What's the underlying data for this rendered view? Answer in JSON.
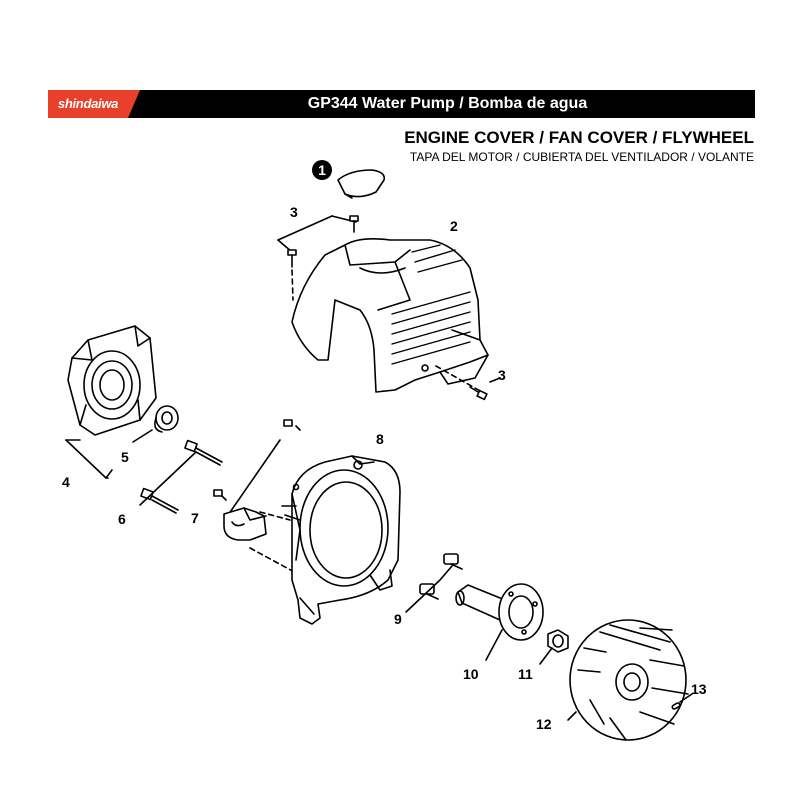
{
  "header": {
    "brand": "shindaiwa",
    "title": "GP344 Water Pump / Bomba de agua"
  },
  "section": {
    "title": "ENGINE COVER / FAN COVER / FLYWHEEL",
    "subtitle": "TAPA DEL MOTOR / CUBIERTA DEL VENTILADOR / VOLANTE"
  },
  "callouts": {
    "c1": "1",
    "c2": "2",
    "c3a": "3",
    "c3b": "3",
    "c4": "4",
    "c5": "5",
    "c6": "6",
    "c7": "7",
    "c8": "8",
    "c9": "9",
    "c10": "10",
    "c11": "11",
    "c12": "12",
    "c13": "13"
  },
  "colors": {
    "brand_red": "#e8402a",
    "header_black": "#000000"
  }
}
